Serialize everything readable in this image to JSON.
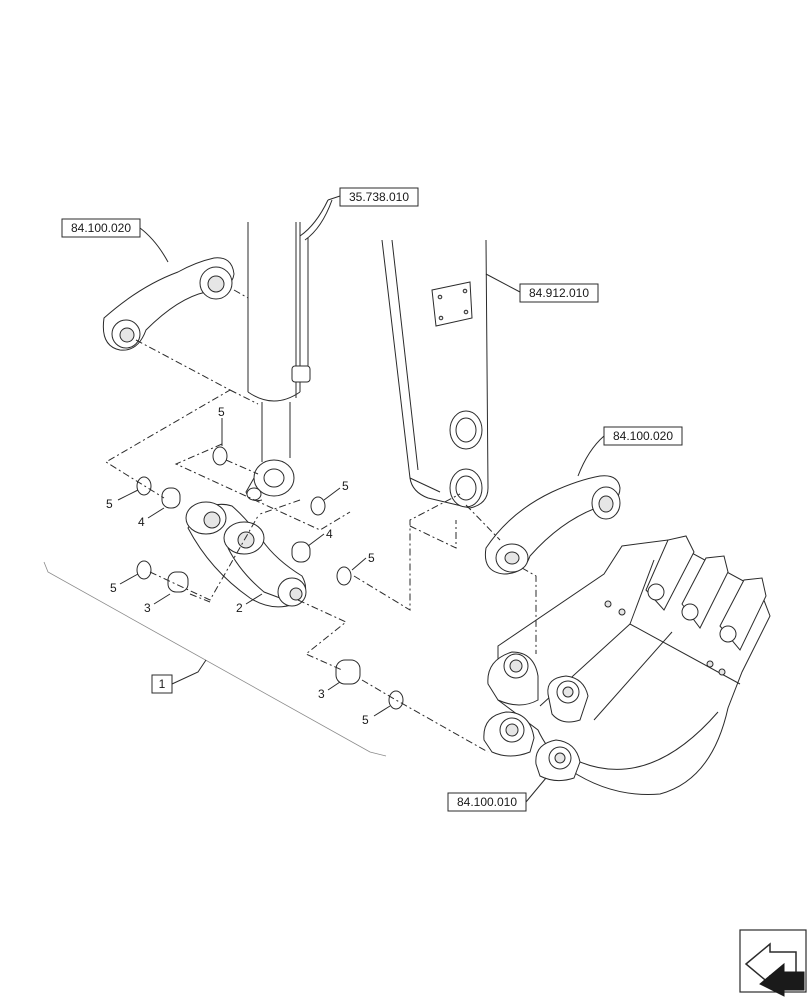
{
  "references": {
    "ref_35738010": "35.738.010",
    "ref_84100020_top": "84.100.020",
    "ref_84912010": "84.912.010",
    "ref_84100020_right": "84.100.020",
    "ref_84100010": "84.100.010",
    "ref_1": "1"
  },
  "item_numbers": {
    "n5_a": "5",
    "n5_b": "5",
    "n5_c": "5",
    "n5_d": "5",
    "n5_e": "5",
    "n5_f": "5",
    "n4_a": "4",
    "n4_b": "4",
    "n3_a": "3",
    "n3_b": "3",
    "n2": "2"
  },
  "icons": {
    "nav_icon": "next-page-arrow-icon"
  }
}
